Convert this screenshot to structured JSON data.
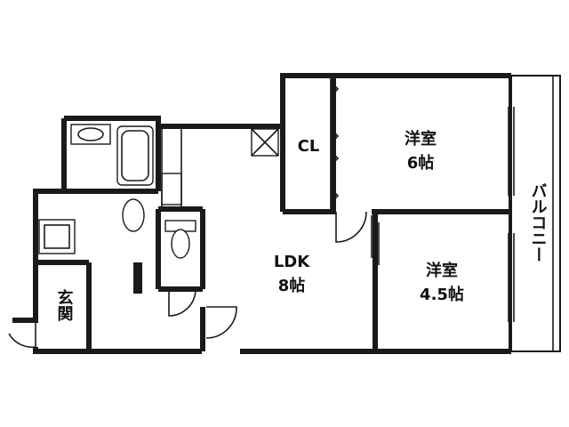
{
  "rooms": {
    "ldk": {
      "name": "LDK",
      "size": "8帖"
    },
    "western_1": {
      "name": "洋室",
      "size": "6帖"
    },
    "western_2": {
      "name": "洋室",
      "size": "4.5帖"
    },
    "closet": {
      "name": "CL"
    },
    "entrance": {
      "name": "玄関"
    },
    "balcony": {
      "name": "バルコニー"
    }
  },
  "colors": {
    "wall": "#1a1a1a",
    "background": "#ffffff"
  }
}
